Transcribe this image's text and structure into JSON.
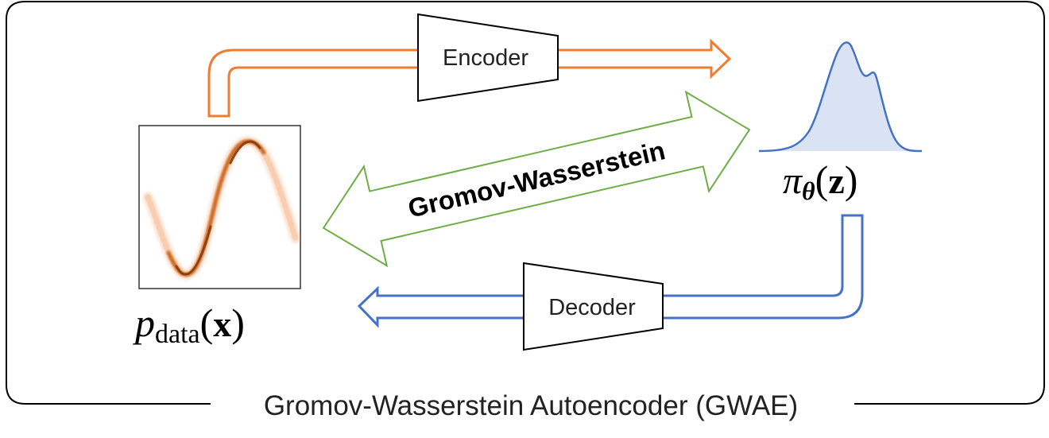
{
  "title": "Gromov-Wasserstein Autoencoder (GWAE)",
  "encoder": {
    "label": "Encoder"
  },
  "decoder": {
    "label": "Decoder"
  },
  "gw_arrow": {
    "label": "Gromov-Wasserstein"
  },
  "data_dist": {
    "base": "p",
    "subscript": "data",
    "arg_open": "(",
    "arg": "x",
    "arg_close": ")"
  },
  "prior": {
    "base": "π",
    "subscript": "θ",
    "arg_open": "(",
    "arg": "z",
    "arg_close": ")"
  },
  "colors": {
    "encoder_arrow": "#ED7D31",
    "decoder_arrow": "#4472C4",
    "gw_arrow": "#70AD47",
    "prior_fill": "#DAE3F3",
    "prior_line": "#4472C4",
    "data_curve_dark": "#C55A11",
    "data_curve_light": "#F4B183"
  },
  "icons": {
    "encoder_block": "trapezoid-narrowing",
    "decoder_block": "trapezoid-widening",
    "data_thumbnail": "sine-wave-density-plot",
    "prior_density": "bimodal-density-curve"
  }
}
